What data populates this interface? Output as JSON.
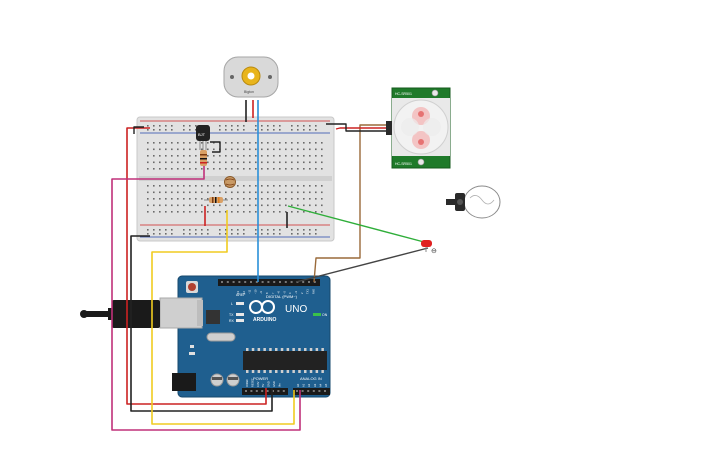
{
  "arduino": {
    "brand": "ARDUINO",
    "model": "UNO",
    "digital_label": "DIGITAL (PWM~)",
    "power_label": "POWER",
    "analog_label": "ANALOG IN",
    "aref_label": "AREF",
    "pin13_label": "L",
    "tx_label": "TX",
    "rx_label": "RX",
    "on_label": "ON",
    "power_pins": [
      "IOREF",
      "RESET",
      "3.3V",
      "5V",
      "GND",
      "GND",
      "Vin"
    ],
    "analog_pins": [
      "A0",
      "A1",
      "A2",
      "A3",
      "A4",
      "A5"
    ],
    "digital_pins": [
      "13",
      "12",
      "~11",
      "~10",
      "~9",
      "8",
      "7",
      "~6",
      "~5",
      "4",
      "~3",
      "2",
      "TX1",
      "RX0"
    ]
  },
  "motor": {
    "label": "Bigton"
  },
  "pir": {
    "top_label": "HC-SR501",
    "bottom_label": "HC-SR501"
  },
  "transistor": {
    "label": "BJT"
  },
  "led": {
    "symbol": "⊖"
  },
  "colors": {
    "board_blue": "#1f5f8f",
    "breadboard": "#e6e6e6",
    "pir_green": "#1f7a2a",
    "wire_red": "#cc2222",
    "wire_black": "#222222",
    "wire_magenta": "#c0307a",
    "wire_yellow": "#f0cc20",
    "wire_blue": "#2a8fd8",
    "wire_green": "#2fae3a",
    "wire_brown": "#9a6a3a"
  }
}
